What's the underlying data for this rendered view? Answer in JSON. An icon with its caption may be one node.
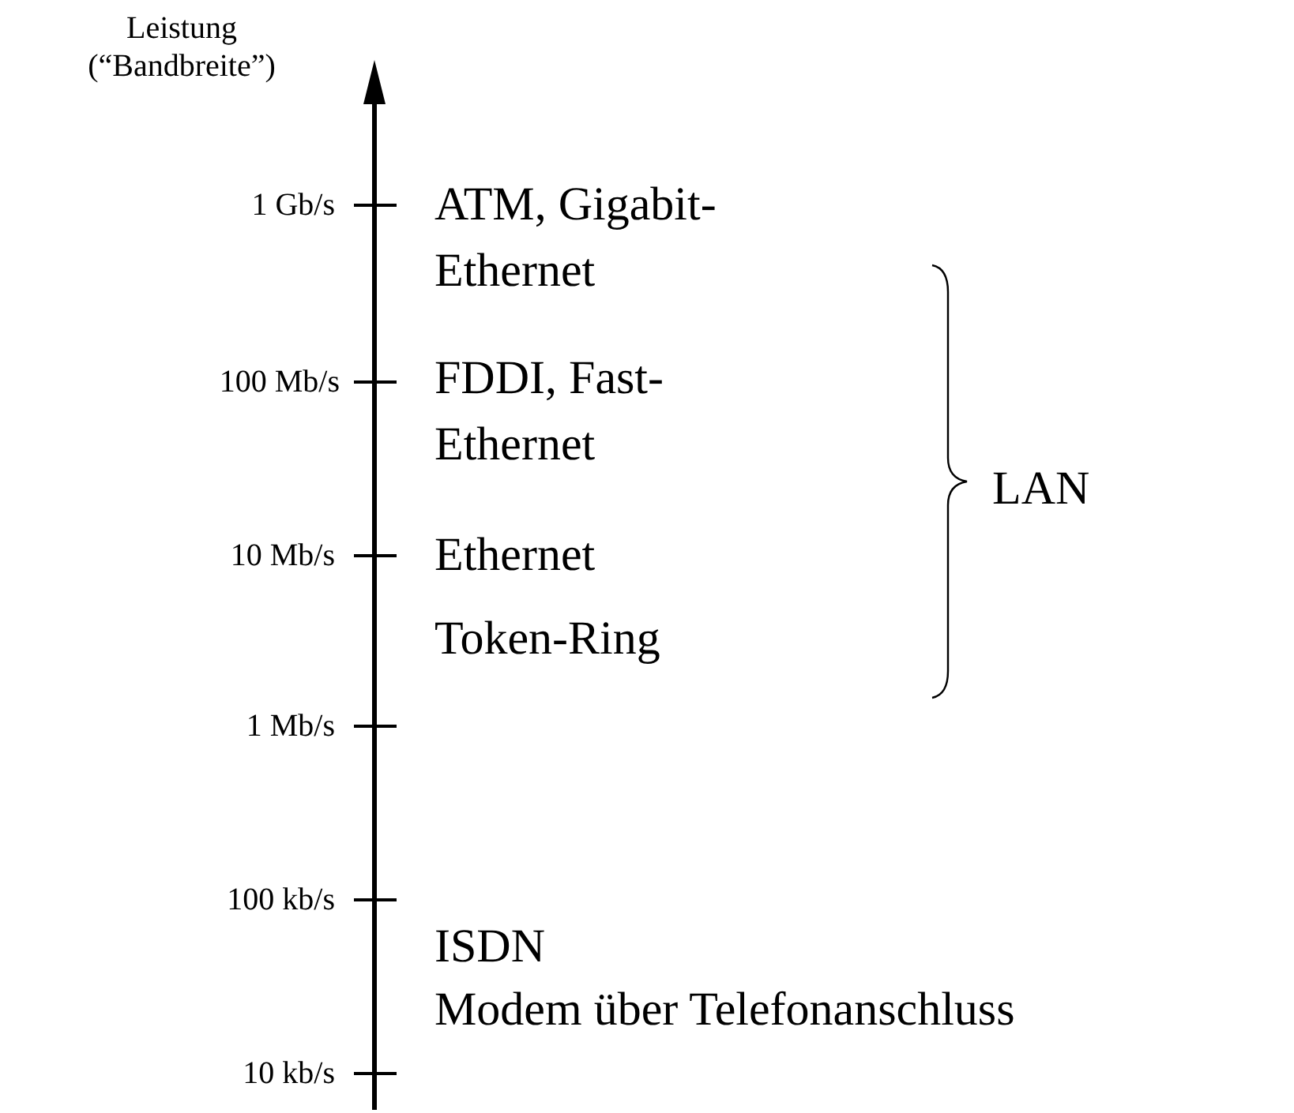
{
  "diagram": {
    "labels": [
      "Leistung (“Bandbreite”)",
      "1 Gb/s",
      "ATM, Gigabit-Ethernet",
      "100 Mb/s",
      "FDDI, Fast-Ethernet",
      "LAN",
      "10 Mb/s",
      "Ethernet",
      "Token-Ring",
      "1 Mb/s",
      "100 kb/s",
      "ISDN",
      "Modem über Telefonanschluss",
      "10 kb/s"
    ]
  }
}
